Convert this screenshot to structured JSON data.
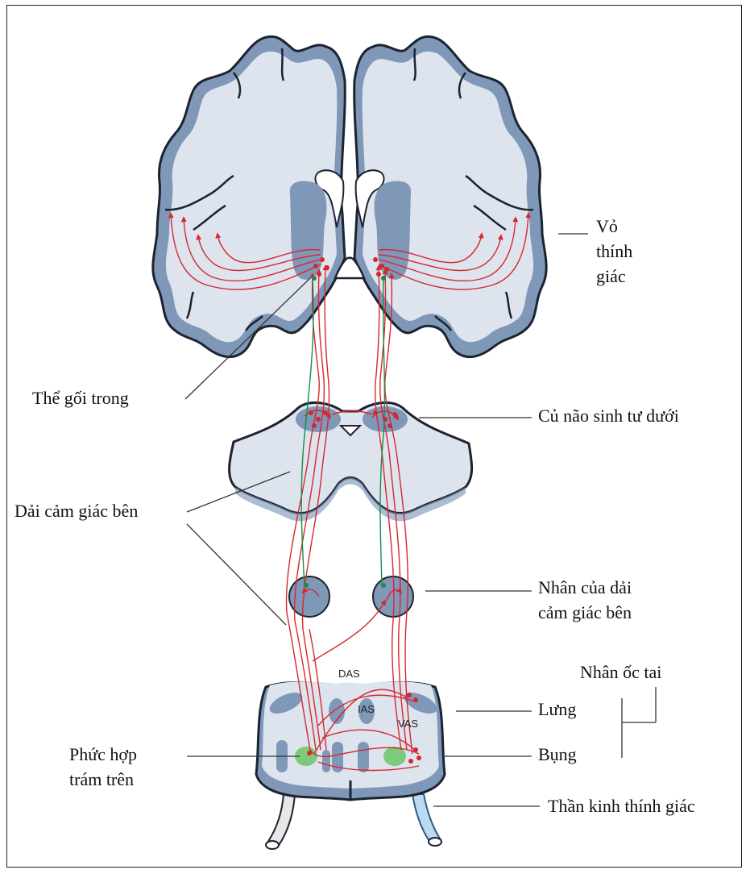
{
  "labels": {
    "auditory_cortex": "Vỏ\nthính\ngiác",
    "medial_geniculate": "Thể gối trong",
    "inferior_colliculus": "Củ não sinh tư dưới",
    "lateral_lemniscus": "Dải cảm giác bên",
    "lateral_lemniscus_nucleus": "Nhân của dải\ncảm giác bên",
    "cochlear_nucleus": "Nhân ốc tai",
    "dorsal": "Lưng",
    "ventral": "Bụng",
    "superior_olivary_complex": "Phức hợp\ntrám trên",
    "auditory_nerve": "Thần kinh thính giác"
  },
  "abbreviations": {
    "das": "DAS",
    "ias": "IAS",
    "vas": "VAS"
  },
  "colors": {
    "tissue_light": "#dde4ee",
    "tissue_dark": "#7f98b8",
    "outline": "#1c2330",
    "pathway_red": "#d8262e",
    "pathway_green": "#1c8a4a",
    "nucleus_green": "#7ccb7a",
    "nerve_blue": "#bcd9ee"
  }
}
